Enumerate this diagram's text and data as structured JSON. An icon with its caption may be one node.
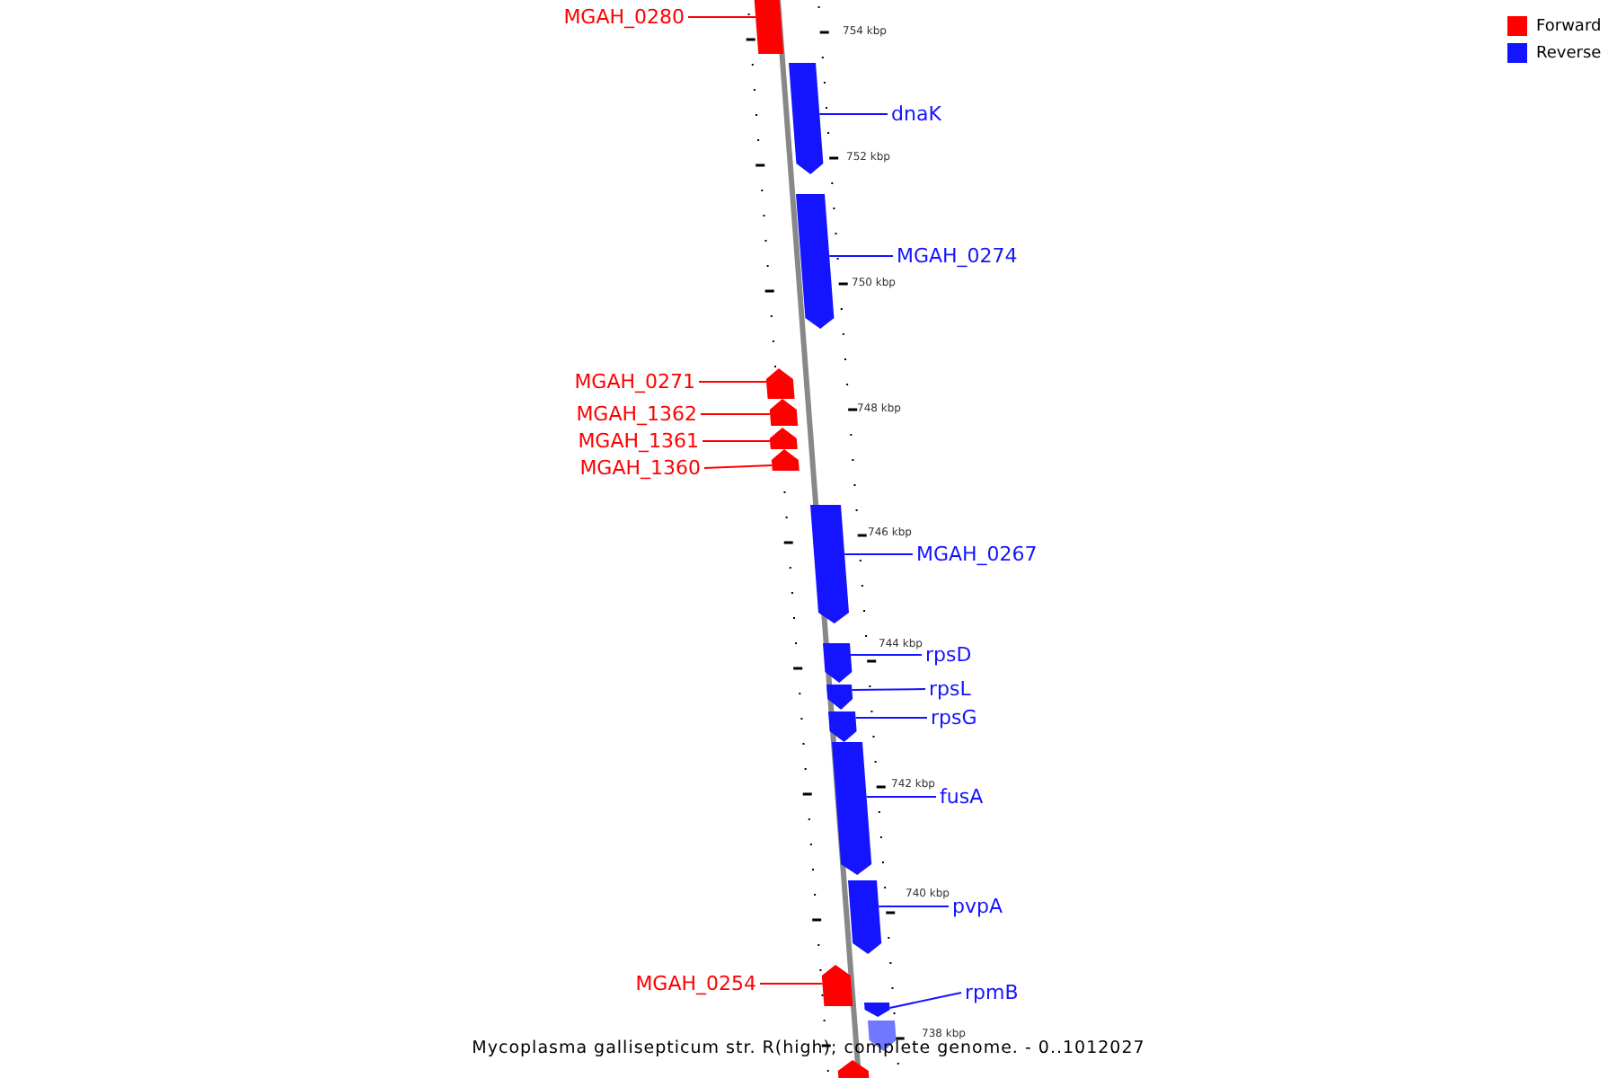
{
  "diagram": {
    "caption": "Mycoplasma gallisepticum str. R(high); complete genome. - 0..1012027",
    "nodes": [
      {
        "text": [
          "MGAH_0280"
        ]
      },
      {
        "text": [],
        "shape": "arrow"
      },
      {
        "text": [
          "dnaK"
        ]
      },
      {
        "text": [],
        "shape": "arrow"
      },
      {
        "text": [
          "MGAH_0274"
        ]
      },
      {
        "text": [],
        "shape": "arrow"
      },
      {
        "text": [
          "MGAH_0271"
        ]
      },
      {
        "text": [],
        "shape": "arrow"
      },
      {
        "text": [
          "MGAH_1362"
        ]
      },
      {
        "text": [],
        "shape": "arrow"
      },
      {
        "text": [
          "MGAH_1361"
        ]
      },
      {
        "text": [],
        "shape": "arrow"
      },
      {
        "text": [
          "MGAH_1360"
        ]
      },
      {
        "text": [],
        "shape": "arrow"
      },
      {
        "text": [
          "MGAH_0267"
        ]
      },
      {
        "text": [],
        "shape": "arrow"
      },
      {
        "text": [
          "rpsD"
        ]
      },
      {
        "text": [],
        "shape": "arrow"
      },
      {
        "text": [
          "rpsL"
        ]
      },
      {
        "text": [],
        "shape": "arrow"
      },
      {
        "text": [
          "rpsG"
        ]
      },
      {
        "text": [],
        "shape": "arrow"
      },
      {
        "text": [
          "fusA"
        ]
      },
      {
        "text": [],
        "shape": "arrow"
      },
      {
        "text": [
          "pvpA"
        ]
      },
      {
        "text": [],
        "shape": "arrow"
      },
      {
        "text": [
          "MGAH_0254"
        ]
      },
      {
        "text": [],
        "shape": "arrow"
      },
      {
        "text": [
          "rpmB"
        ]
      },
      {
        "text": [],
        "shape": "arrow"
      },
      {
        "text": [],
        "shape": "arrow"
      },
      {
        "text": [],
        "shape": "arrow"
      }
    ],
    "edges": [
      {
        "from": 0,
        "to": 1,
        "arrow": "none",
        "color": "#ff0000"
      },
      {
        "from": 2,
        "to": 3,
        "arrow": "none"
      },
      {
        "from": 4,
        "to": 5,
        "arrow": "none"
      },
      {
        "from": 6,
        "to": 7,
        "arrow": "none",
        "color": "#ff0000"
      },
      {
        "from": 8,
        "to": 9,
        "arrow": "none",
        "color": "#ff0000"
      },
      {
        "from": 10,
        "to": 11,
        "arrow": "none",
        "color": "#ff0000"
      },
      {
        "from": 12,
        "to": 13,
        "arrow": "none",
        "color": "#ff0000"
      },
      {
        "from": 14,
        "to": 15,
        "arrow": "none"
      },
      {
        "from": 16,
        "to": 17,
        "arrow": "none"
      },
      {
        "from": 18,
        "to": 19,
        "arrow": "none"
      },
      {
        "from": 20,
        "to": 21,
        "arrow": "none"
      },
      {
        "from": 22,
        "to": 23,
        "arrow": "none"
      },
      {
        "from": 24,
        "to": 25,
        "arrow": "none"
      },
      {
        "from": 26,
        "to": 27,
        "arrow": "none",
        "color": "#ff0000"
      },
      {
        "from": 28,
        "to": 29,
        "arrow": "none"
      }
    ],
    "labels": [
      "754 kbp",
      "752 kbp",
      "750 kbp",
      "748 kbp",
      "746 kbp",
      "744 kbp",
      "742 kbp",
      "740 kbp",
      "738 kbp"
    ],
    "legend": [
      {
        "text": "Forward",
        "color": "#ff0000"
      },
      {
        "text": "Reverse",
        "color": "#1414ff"
      }
    ]
  }
}
